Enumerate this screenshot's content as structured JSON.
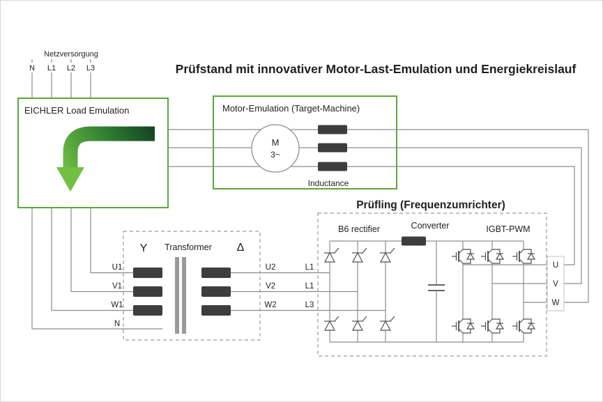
{
  "title": "Prüfstand mit innovativer Motor-Last-Emulation und Energiekreislauf",
  "mains": {
    "label": "Netzversorgung",
    "terminals": [
      "N",
      "L1",
      "L2",
      "L3"
    ]
  },
  "load_emulation": {
    "label": "EICHLER Load Emulation"
  },
  "motor_emulation": {
    "label": "Motor-Emulation (Target-Machine)",
    "motor_letter": "M",
    "motor_phases": "3~",
    "inductance_label": "Inductance"
  },
  "transformer": {
    "wye_symbol": "Y",
    "label": "Transformer",
    "delta_symbol": "Δ",
    "primary_terminals": [
      "U1",
      "V1",
      "W1",
      "N"
    ],
    "secondary_terminals": [
      "U2",
      "V2",
      "W2"
    ],
    "line_labels": [
      "L1",
      "L1",
      "L3"
    ]
  },
  "converter_unit": {
    "title": "Prüfling (Frequenzumrichter)",
    "rectifier_label": "B6 rectifier",
    "dc_link_label": "Converter",
    "inverter_label": "IGBT-PWM",
    "output_terminals": [
      "U",
      "V",
      "W"
    ]
  },
  "colors": {
    "box_green": "#5da639",
    "arrow_dark_green": "#123f23",
    "arrow_light_green": "#72bf44",
    "wire_gray": "#8c8c8c",
    "component_dark": "#3d3d3d",
    "core_gray": "#9a9a9a",
    "text_dark": "#1f1f1f"
  }
}
